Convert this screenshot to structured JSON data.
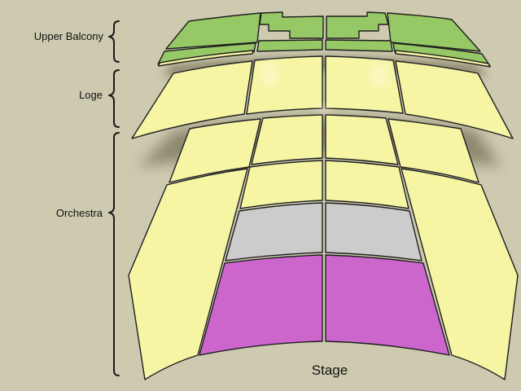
{
  "labels": {
    "upper_balcony": "Upper Balcony",
    "loge": "Loge",
    "orchestra": "Orchestra",
    "stage": "Stage"
  },
  "colors": {
    "background": "#cdcaaf",
    "upper_balcony": "#97c866",
    "standard": "#f5f5a4",
    "grey": "#cccccc",
    "premium": "#cc66cc",
    "outline": "#1f1f1f"
  }
}
